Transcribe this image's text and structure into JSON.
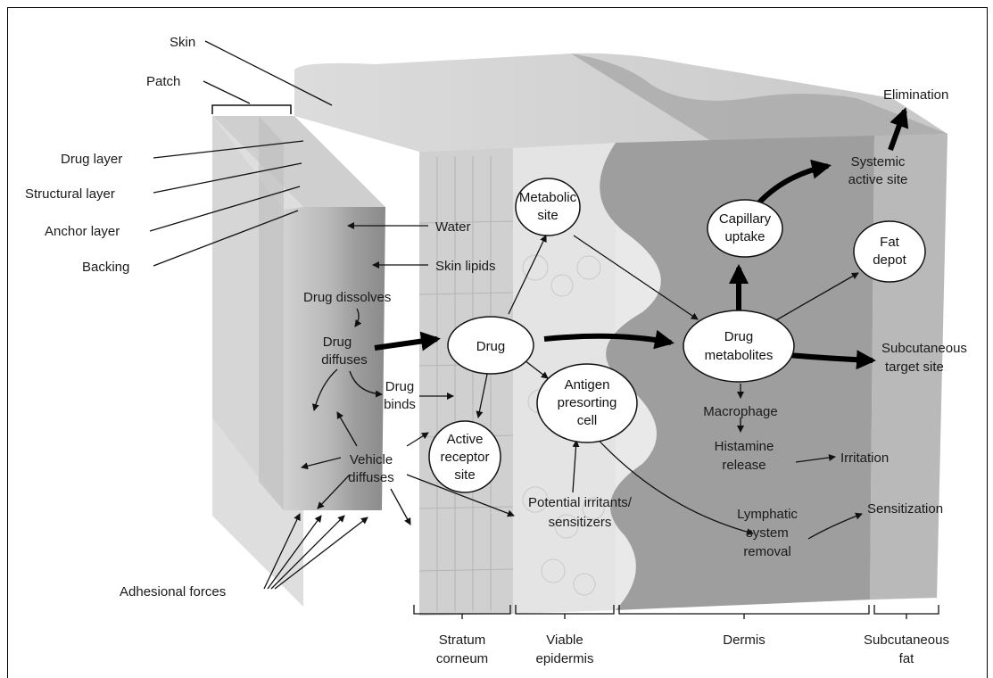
{
  "labels": {
    "skin": "Skin",
    "patch": "Patch",
    "drug_layer": "Drug layer",
    "structural_layer": "Structural layer",
    "anchor_layer": "Anchor layer",
    "backing": "Backing",
    "water": "Water",
    "skin_lipids": "Skin lipids",
    "drug_dissolves": "Drug dissolves",
    "drug_diffuses_1": "Drug",
    "drug_diffuses_2": "diffuses",
    "drug_binds_1": "Drug",
    "drug_binds_2": "binds",
    "vehicle_diffuses_1": "Vehicle",
    "vehicle_diffuses_2": "diffuses",
    "adhesional_forces": "Adhesional forces",
    "potential_irritants_1": "Potential irritants/",
    "potential_irritants_2": "sensitizers",
    "elimination": "Elimination",
    "systemic_1": "Systemic",
    "systemic_2": "active site",
    "subcutaneous_target_1": "Subcutaneous",
    "subcutaneous_target_2": "target site",
    "macrophage": "Macrophage",
    "histamine_1": "Histamine",
    "histamine_2": "release",
    "irritation": "Irritation",
    "lymphatic_1": "Lymphatic",
    "lymphatic_2": "system",
    "lymphatic_3": "removal",
    "sensitization": "Sensitization"
  },
  "nodes": {
    "metabolic_1": "Metabolic",
    "metabolic_2": "site",
    "drug": "Drug",
    "active_1": "Active",
    "active_2": "receptor",
    "active_3": "site",
    "antigen_1": "Antigen",
    "antigen_2": "presorting",
    "antigen_3": "cell",
    "capillary_1": "Capillary",
    "capillary_2": "uptake",
    "fat_1": "Fat",
    "fat_2": "depot",
    "metabolites_1": "Drug",
    "metabolites_2": "metabolites"
  },
  "regions": {
    "stratum_1": "Stratum",
    "stratum_2": "corneum",
    "viable_1": "Viable",
    "viable_2": "epidermis",
    "dermis": "Dermis",
    "subcut_1": "Subcutaneous",
    "subcut_2": "fat"
  }
}
